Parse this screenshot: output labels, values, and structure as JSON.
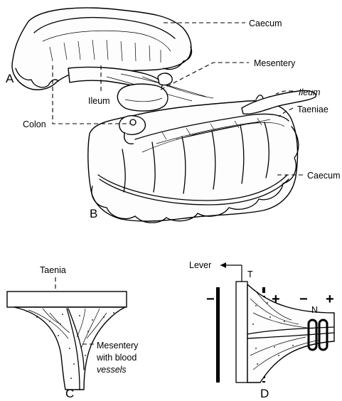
{
  "panels": {
    "A": "A",
    "B": "B",
    "C": "C",
    "D": "D"
  },
  "labels": {
    "caecum_top": "Caecum",
    "mesentery": "Mesentery",
    "ileum_a": "Ileum",
    "ileum_b": "Ileum",
    "taeniae": "Taeniae",
    "colon": "Colon",
    "caecum_b": "Caecum",
    "taenia": "Taenia",
    "mesentery_line1": "Mesentery",
    "mesentery_line2": "with blood",
    "mesentery_line3": "vessels",
    "lever": "Lever",
    "t": "T",
    "n": "N"
  },
  "symbols": {
    "minus": "−",
    "plus": "+"
  }
}
